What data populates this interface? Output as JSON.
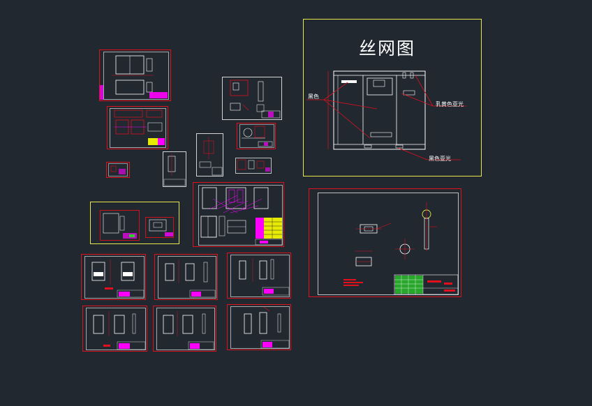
{
  "silkscreen": {
    "title": "丝网图",
    "label_black": "黑色",
    "label_yellow": "乳黄色亚光",
    "label_black_matte": "黑色亚光"
  },
  "colors": {
    "background": "#212830",
    "frame_red": "#e0101c",
    "frame_yellow": "#e8e84a",
    "line_white": "#ffffff",
    "magenta": "#ff00ff"
  }
}
